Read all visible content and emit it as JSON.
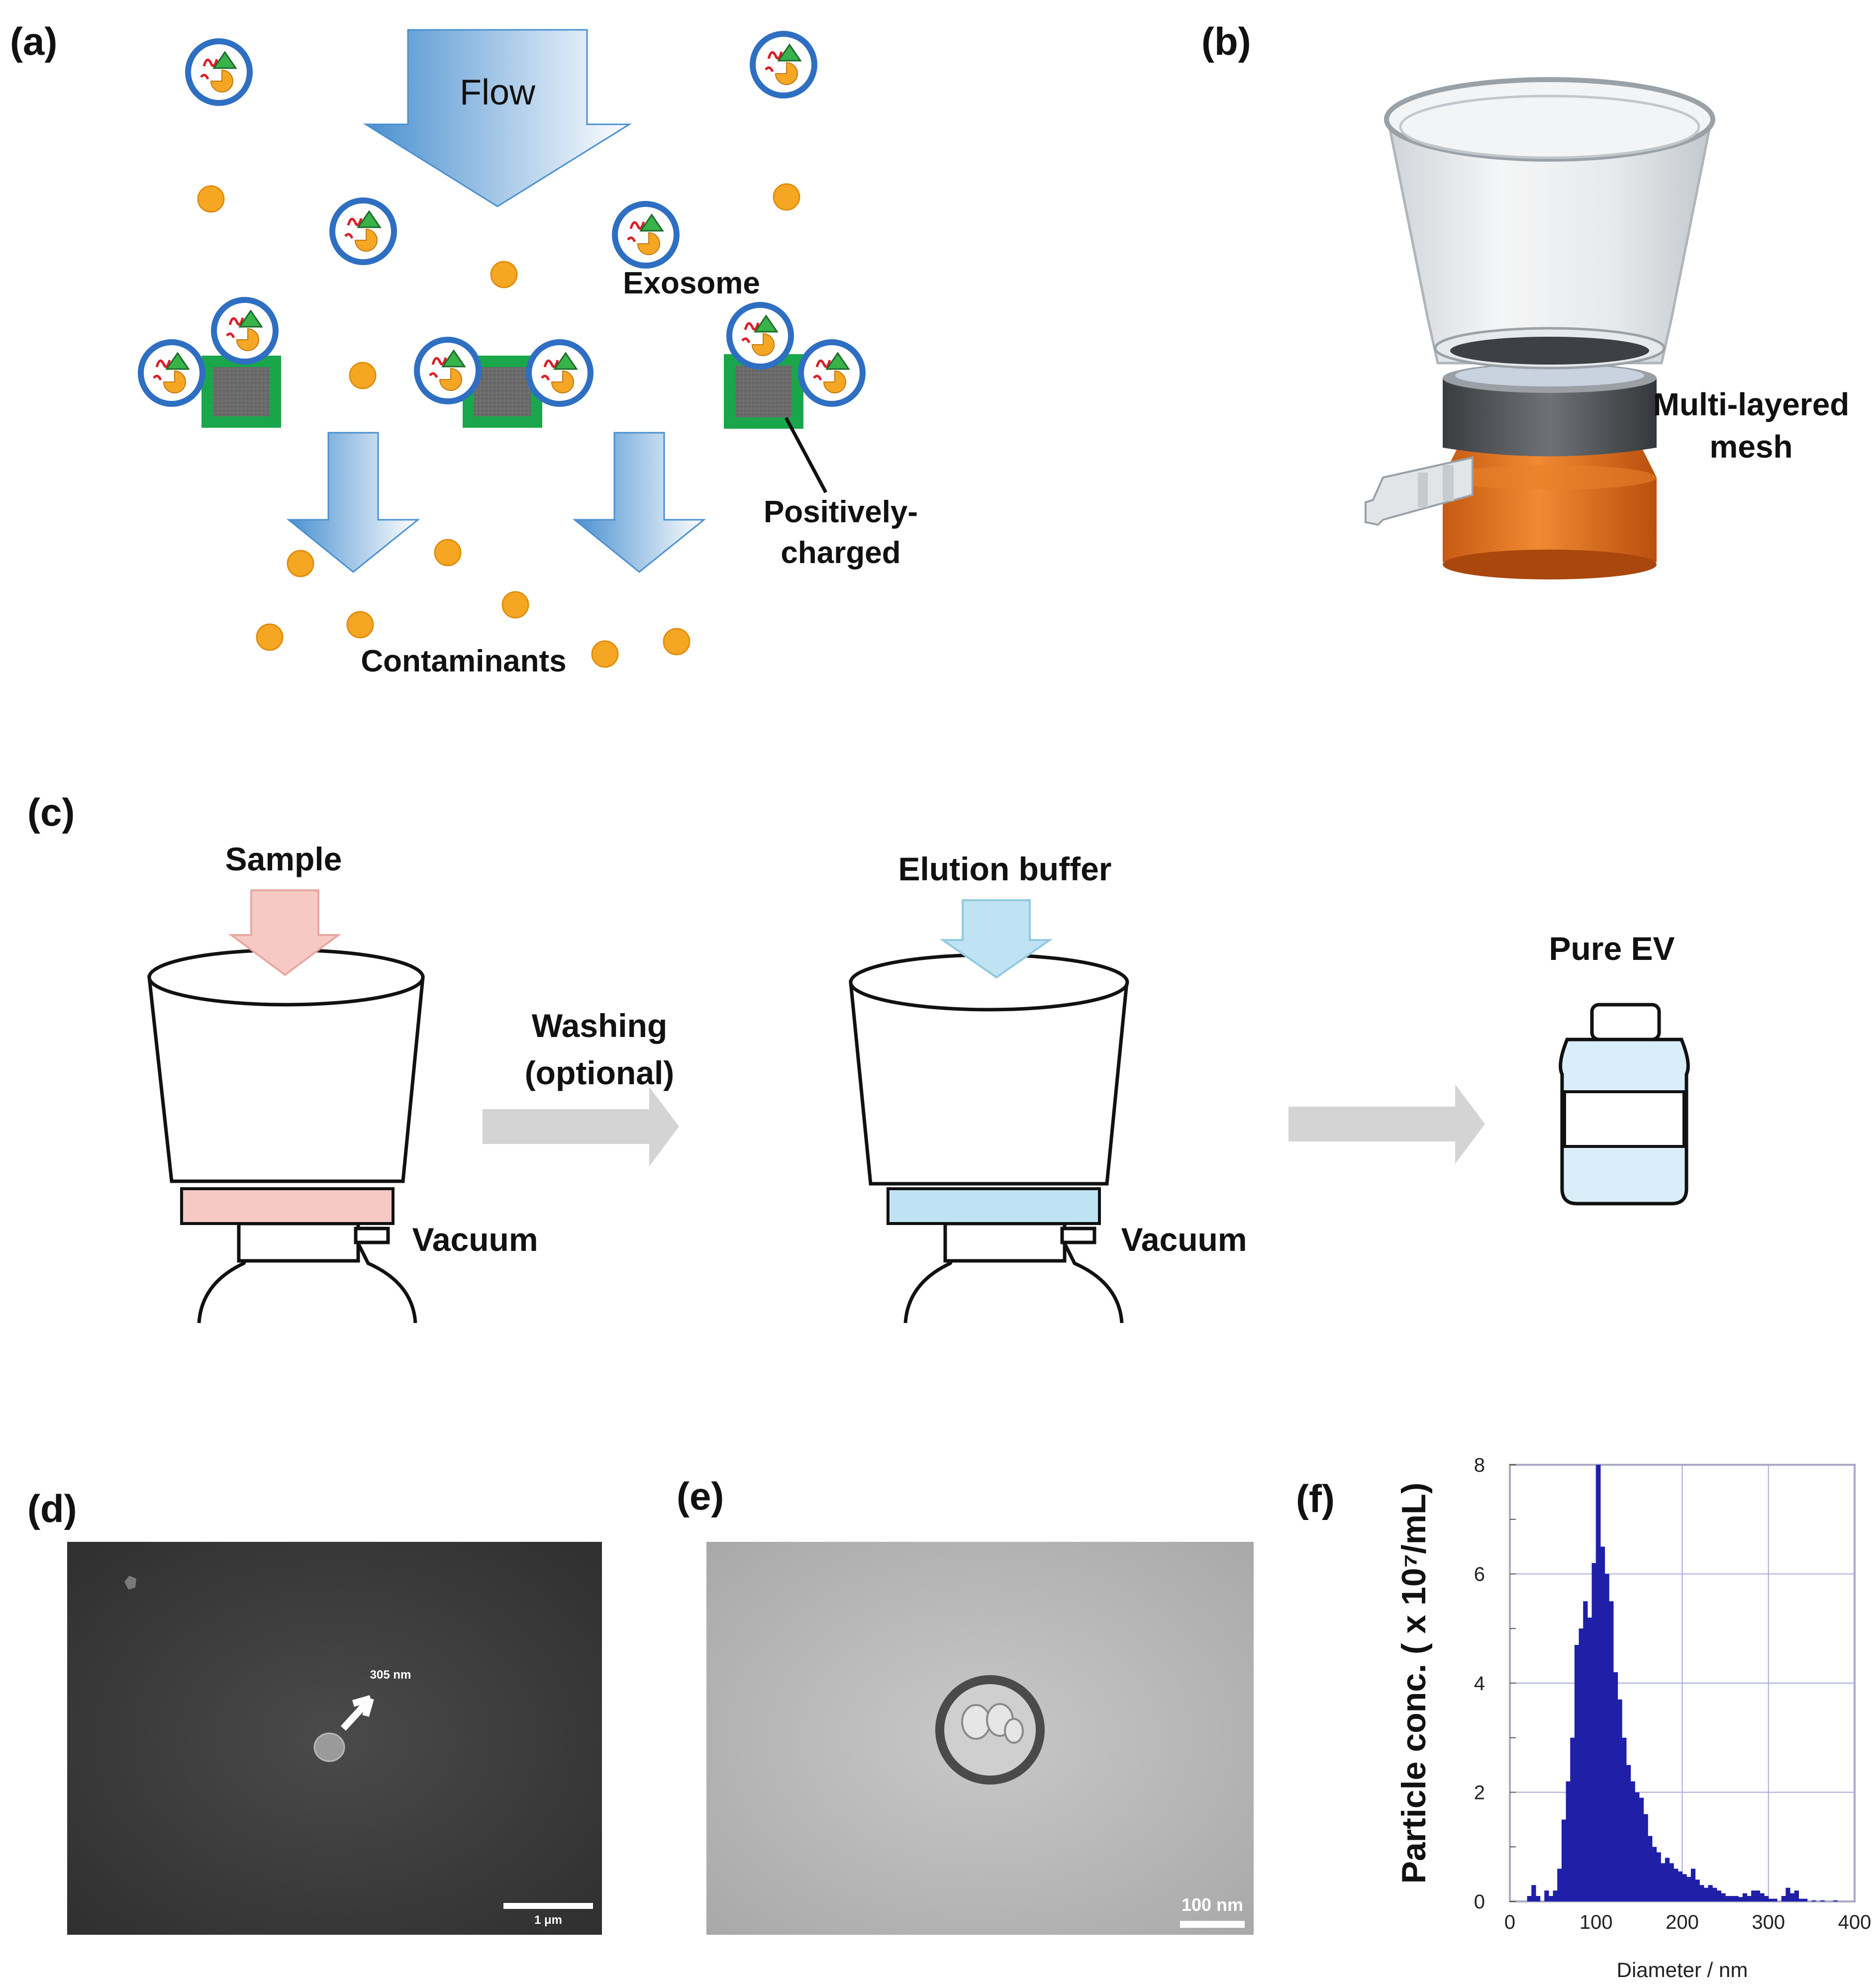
{
  "panels": {
    "a": {
      "label": "(a)",
      "flow": "Flow",
      "exosome": "Exosome",
      "positively": "Positively-",
      "charged": "charged",
      "contaminants": "Contaminants"
    },
    "b": {
      "label": "(b)",
      "mesh_line1": "Multi-layered",
      "mesh_line2": "mesh"
    },
    "c": {
      "label": "(c)",
      "sample": "Sample",
      "washing_line1": "Washing",
      "washing_line2": "(optional)",
      "elution": "Elution buffer",
      "vacuum_1": "Vacuum",
      "vacuum_2": "Vacuum",
      "pure_ev": "Pure EV"
    },
    "d": {
      "label": "(d)",
      "size_label": "305 nm",
      "scale_label": "1 μm"
    },
    "e": {
      "label": "(e)",
      "scale_label": "100 nm"
    },
    "f": {
      "label": "(f)"
    }
  },
  "colors": {
    "flow_arrow": "#4a90d0",
    "particle": "#f5a623",
    "bead_core": "#6b6b6b",
    "bead_coat": "#1aa64a",
    "exosome_ring": "#2f6fc2",
    "sample_arrow": "#f6c9c5",
    "elution_arrow": "#bfe3f3",
    "histogram": "#1f1fa8"
  },
  "chart_data": {
    "type": "bar",
    "ylabel": "Particle conc. ( x 10⁷/mL)",
    "xlabel": "Diameter / nm",
    "xlim": [
      0,
      400
    ],
    "ylim": [
      0,
      8
    ],
    "xticks": [
      "0",
      "100",
      "200",
      "300",
      "400"
    ],
    "yticks": [
      "0",
      "2",
      "4",
      "6",
      "8"
    ],
    "grid": true,
    "bin_width": 5,
    "x": [
      20,
      25,
      30,
      35,
      40,
      45,
      50,
      55,
      60,
      65,
      70,
      75,
      80,
      85,
      90,
      95,
      100,
      105,
      110,
      115,
      120,
      125,
      130,
      135,
      140,
      145,
      150,
      155,
      160,
      165,
      170,
      175,
      180,
      185,
      190,
      195,
      200,
      205,
      210,
      215,
      220,
      225,
      230,
      235,
      240,
      245,
      250,
      255,
      260,
      265,
      270,
      275,
      280,
      285,
      290,
      295,
      300,
      305,
      310,
      315,
      320,
      325,
      330,
      335,
      340,
      345,
      350,
      355,
      360,
      365,
      370,
      375,
      380,
      385,
      390,
      395
    ],
    "values": [
      0.1,
      0.3,
      0.1,
      0.0,
      0.2,
      0.1,
      0.2,
      0.6,
      1.5,
      2.2,
      3.0,
      4.7,
      5.0,
      5.5,
      5.2,
      6.2,
      8.0,
      6.5,
      6.0,
      5.5,
      4.2,
      3.7,
      3.0,
      2.5,
      2.2,
      2.0,
      1.9,
      1.6,
      1.2,
      1.0,
      0.9,
      0.7,
      0.8,
      0.7,
      0.6,
      0.55,
      0.5,
      0.45,
      0.6,
      0.4,
      0.3,
      0.25,
      0.3,
      0.25,
      0.2,
      0.15,
      0.1,
      0.1,
      0.1,
      0.08,
      0.15,
      0.1,
      0.2,
      0.2,
      0.15,
      0.1,
      0.05,
      0.05,
      0.0,
      0.1,
      0.25,
      0.15,
      0.2,
      0.05,
      0.05,
      0.0,
      0.02,
      0.0,
      0.02,
      0.0,
      0.0,
      0.02,
      0.0,
      0.0,
      0.0,
      0.0
    ]
  }
}
